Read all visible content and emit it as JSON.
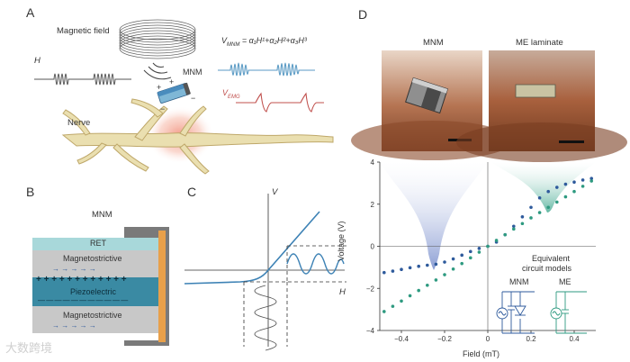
{
  "panels": {
    "a": {
      "letter": "A",
      "magnetic_field_label": "Magnetic field",
      "h_label": "H",
      "mnm_label": "MNM",
      "vmnm_label": "V",
      "vmnm_sub": "MNM",
      "vmnm_eq": " = α₁H¹+α₂H²+α₃H³",
      "vemg_label": "V",
      "vemg_sub": "EMG",
      "nerve_label": "Nerve",
      "colors": {
        "nerve": "#e8d9a8",
        "nerve_stroke": "#c9b46e",
        "glow": "#f4a08c",
        "wave_blue": "#5a9ac4",
        "wave_red": "#c0504d",
        "coil": "#666666"
      }
    },
    "b": {
      "letter": "B",
      "title": "MNM",
      "ret_label": "RET",
      "top_layer_label": "Magnetostrictive",
      "middle_layer_label": "Piezoelectric",
      "bottom_layer_label": "Magnetostrictive",
      "plus_row": "+ + + + + + + + + + + +",
      "minus_row": "— — — — — — — — — — —",
      "arrow_row": "→    →    →    →    →",
      "colors": {
        "ret": "#9fd3d6",
        "magneto": "#c7c7c7",
        "piezo": "#3e8ea6",
        "casing": "#7a7a7a",
        "contact": "#e8a04a"
      }
    },
    "c": {
      "letter": "C",
      "v_label": "V",
      "h_label": "H",
      "colors": {
        "curve": "#3d82b5",
        "axis": "#333333"
      }
    },
    "d": {
      "letter": "D",
      "photo_left_title": "MNM",
      "photo_right_title": "ME laminate",
      "equiv_title_1": "Equivalent",
      "equiv_title_2": "circuit models",
      "circuit_left_label": "MNM",
      "circuit_right_label": "ME",
      "colors": {
        "mnm_series": "#2e5a9c",
        "me_series": "#2e9a80",
        "fan_left": "#8aa2d6",
        "fan_right": "#7cc9b4"
      }
    }
  },
  "chart_data": {
    "type": "scatter",
    "title": "",
    "xlabel": "Field (mT)",
    "ylabel": "Voltage (V)",
    "xlim": [
      -0.5,
      0.5
    ],
    "ylim": [
      -4,
      4
    ],
    "x_ticks": [
      -0.4,
      -0.2,
      0,
      0.2,
      0.4
    ],
    "y_ticks": [
      -4,
      -2,
      0,
      2,
      4
    ],
    "x_tick_labels": [
      "−0.4",
      "−0.2",
      "0",
      "0.2",
      "0.4"
    ],
    "y_tick_labels": [
      "−4",
      "−2",
      "0",
      "2",
      "4"
    ],
    "series": [
      {
        "name": "MNM",
        "x": [
          -0.48,
          -0.44,
          -0.4,
          -0.36,
          -0.32,
          -0.28,
          -0.24,
          -0.2,
          -0.16,
          -0.12,
          -0.08,
          -0.04,
          0.0,
          0.04,
          0.08,
          0.12,
          0.16,
          0.2,
          0.24,
          0.28,
          0.32,
          0.36,
          0.4,
          0.44,
          0.48
        ],
        "y": [
          -1.25,
          -1.18,
          -1.1,
          -1.02,
          -0.95,
          -0.9,
          -0.85,
          -0.75,
          -0.6,
          -0.42,
          -0.25,
          -0.1,
          0.0,
          0.2,
          0.55,
          0.95,
          1.4,
          1.85,
          2.3,
          2.6,
          2.8,
          2.95,
          3.05,
          3.15,
          3.22
        ]
      },
      {
        "name": "ME laminate",
        "x": [
          -0.48,
          -0.44,
          -0.4,
          -0.36,
          -0.32,
          -0.28,
          -0.24,
          -0.2,
          -0.16,
          -0.12,
          -0.08,
          -0.04,
          0.0,
          0.04,
          0.08,
          0.12,
          0.16,
          0.2,
          0.24,
          0.28,
          0.32,
          0.36,
          0.4,
          0.44,
          0.48
        ],
        "y": [
          -3.1,
          -2.85,
          -2.6,
          -2.35,
          -2.1,
          -1.85,
          -1.6,
          -1.35,
          -1.08,
          -0.82,
          -0.55,
          -0.28,
          0.0,
          0.28,
          0.55,
          0.82,
          1.08,
          1.35,
          1.6,
          1.85,
          2.1,
          2.35,
          2.6,
          2.85,
          3.1
        ]
      }
    ]
  },
  "watermark": "大数跨境"
}
